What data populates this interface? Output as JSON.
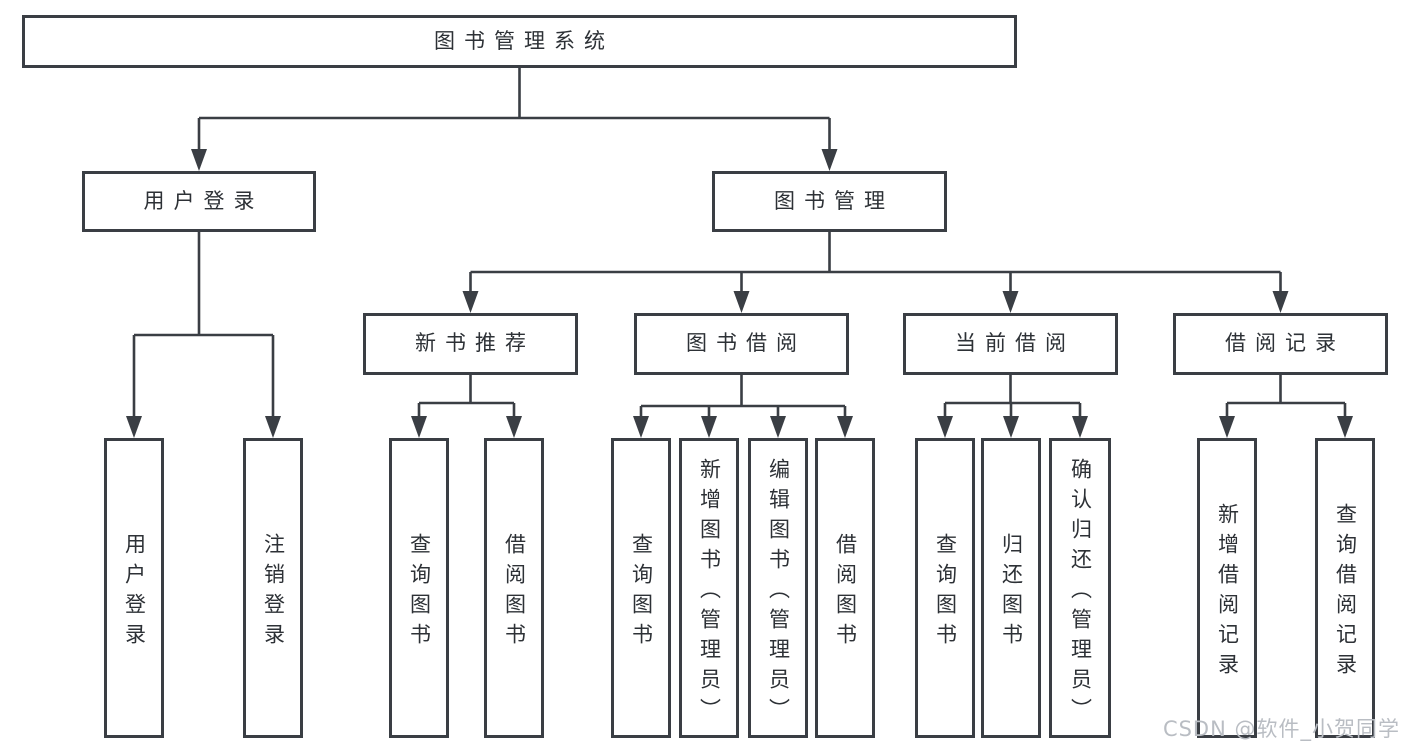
{
  "diagram": {
    "nodes": {
      "root": "图书管理系统",
      "user-login": "用户登录",
      "book-management": "图书管理",
      "new-book-recommend": "新书推荐",
      "book-borrowing": "图书借阅",
      "current-borrowing": "当前借阅",
      "borrowing-records": "借阅记录",
      "ul-user-login": "用户登录",
      "ul-logout": "注销登录",
      "nbr-query-books": "查询图书",
      "nbr-borrow-books": "借阅图书",
      "bb-query-books": "查询图书",
      "bb-add-books": "新增图书（管理员）",
      "bb-edit-books": "编辑图书（管理员）",
      "bb-borrow-books": "借阅图书",
      "cb-query-books": "查询图书",
      "cb-return-books": "归还图书",
      "cb-confirm-return": "确认归还（管理员）",
      "br-add-record": "新增借阅记录",
      "br-query-record": "查询借阅记录"
    },
    "edges": [
      [
        "root",
        "user-login"
      ],
      [
        "root",
        "book-management"
      ],
      [
        "user-login",
        "ul-user-login"
      ],
      [
        "user-login",
        "ul-logout"
      ],
      [
        "book-management",
        "new-book-recommend"
      ],
      [
        "book-management",
        "book-borrowing"
      ],
      [
        "book-management",
        "current-borrowing"
      ],
      [
        "book-management",
        "borrowing-records"
      ],
      [
        "new-book-recommend",
        "nbr-query-books"
      ],
      [
        "new-book-recommend",
        "nbr-borrow-books"
      ],
      [
        "book-borrowing",
        "bb-query-books"
      ],
      [
        "book-borrowing",
        "bb-add-books"
      ],
      [
        "book-borrowing",
        "bb-edit-books"
      ],
      [
        "book-borrowing",
        "bb-borrow-books"
      ],
      [
        "current-borrowing",
        "cb-query-books"
      ],
      [
        "current-borrowing",
        "cb-return-books"
      ],
      [
        "current-borrowing",
        "cb-confirm-return"
      ],
      [
        "borrowing-records",
        "br-add-record"
      ],
      [
        "borrowing-records",
        "br-query-record"
      ]
    ]
  },
  "watermark": {
    "text": "CSDN @软件_小贺同学"
  },
  "colors": {
    "line": "#3a3e44",
    "box_border": "#3a3e44",
    "text": "#2d3136",
    "background": "#ffffff",
    "watermark": "#b9bdc3"
  }
}
